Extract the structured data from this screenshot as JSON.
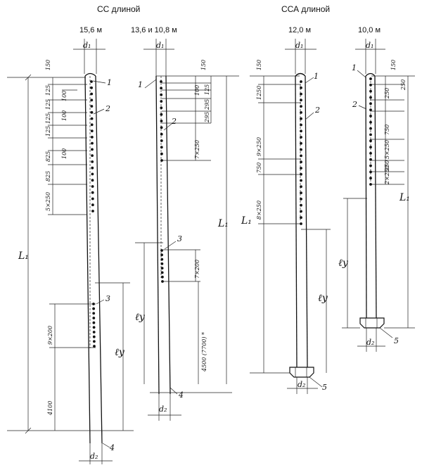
{
  "headers": {
    "cc": "СС длиной",
    "cca": "ССА длиной"
  },
  "pillars": [
    {
      "id": "cc-15-6",
      "length_label": "15,6 м",
      "d_top": "d₁",
      "d_bottom": "d₂",
      "length_symbol": "L₁",
      "embed_symbol": "ℓу",
      "callouts": [
        "1",
        "2",
        "3",
        "4"
      ],
      "dims": [
        "150",
        "125",
        "125",
        "125",
        "125",
        "100",
        "100",
        "100",
        "825",
        "825",
        "5×250",
        "9×200",
        "4100"
      ]
    },
    {
      "id": "cc-13-6-10-8",
      "length_label": "13,6 и 10,8 м",
      "d_top": "d₁",
      "d_bottom": "d₂",
      "length_symbol": "L₁",
      "embed_symbol": "ℓу",
      "callouts": [
        "1",
        "2",
        "3",
        "4"
      ],
      "dims": [
        "150",
        "125",
        "100",
        "295",
        "295",
        "7×250",
        "7×200",
        "4500 (7700) *"
      ]
    },
    {
      "id": "cca-12-0",
      "length_label": "12,0 м",
      "d_top": "d₁",
      "d_bottom": "d₂",
      "length_symbol": "L₁",
      "embed_symbol": "ℓу",
      "callouts": [
        "1",
        "2",
        "5"
      ],
      "dims": [
        "150",
        "1250",
        "9×250",
        "750",
        "8×250"
      ]
    },
    {
      "id": "cca-10-0",
      "length_label": "10,0 м",
      "d_top": "d₁",
      "d_bottom": "d₂",
      "length_symbol": "L₁",
      "embed_symbol": "ℓу",
      "callouts": [
        "1",
        "2",
        "5"
      ],
      "dims": [
        "150",
        "250",
        "250",
        "750",
        "5×250",
        "250",
        "2×250"
      ]
    }
  ]
}
